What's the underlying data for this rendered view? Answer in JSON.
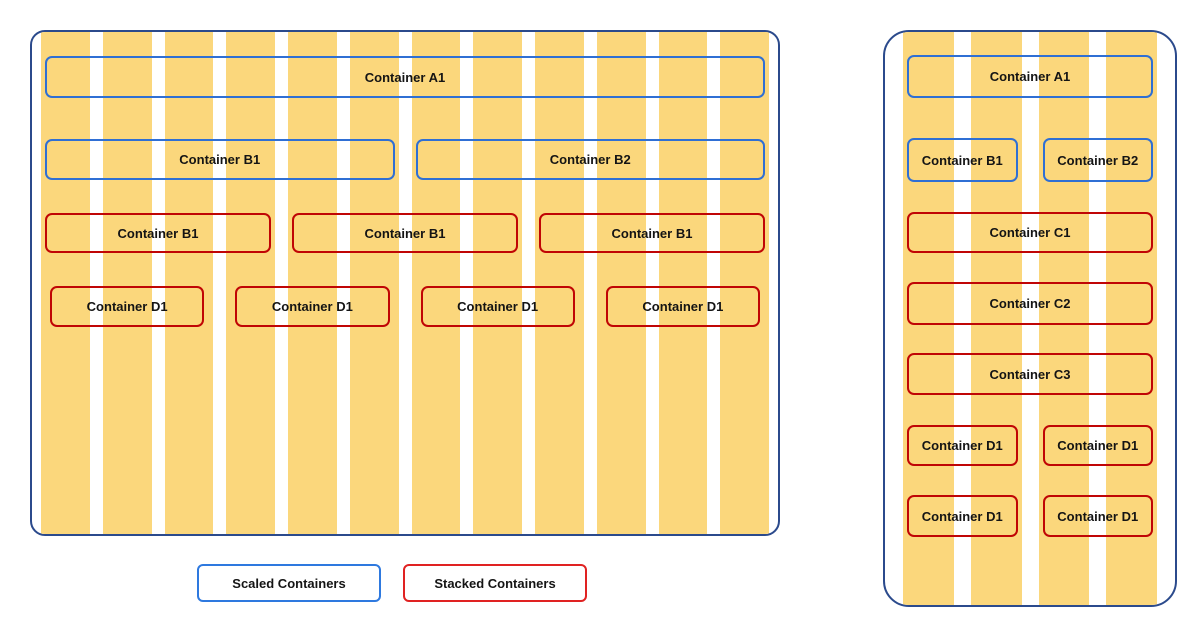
{
  "palette": {
    "stripe-yellow": "#FBD77C",
    "panel-border": "#2B4A8C",
    "scaled-blue": "#2F6FD4",
    "stacked-red": "#C00505",
    "legend-blue": "#2E79DF",
    "legend-red": "#E02222",
    "text": "#141414"
  },
  "left_panel": {
    "columns": 12,
    "rows": [
      {
        "boxes": [
          {
            "label": "Container A1",
            "type": "scaled",
            "start": 1,
            "span": 12
          }
        ]
      },
      {
        "boxes": [
          {
            "label": "Container B1",
            "type": "scaled",
            "start": 1,
            "span": 6
          },
          {
            "label": "Container B2",
            "type": "scaled",
            "start": 7,
            "span": 6
          }
        ]
      },
      {
        "boxes": [
          {
            "label": "Container B1",
            "type": "stacked",
            "start": 1,
            "span": 4
          },
          {
            "label": "Container B1",
            "type": "stacked",
            "start": 5,
            "span": 4
          },
          {
            "label": "Container B1",
            "type": "stacked",
            "start": 9,
            "span": 4
          }
        ]
      },
      {
        "boxes": [
          {
            "label": "Container D1",
            "type": "stacked",
            "start": 1,
            "span": 3
          },
          {
            "label": "Container D1",
            "type": "stacked",
            "start": 4,
            "span": 3
          },
          {
            "label": "Container D1",
            "type": "stacked",
            "start": 7,
            "span": 3
          },
          {
            "label": "Container D1",
            "type": "stacked",
            "start": 10,
            "span": 3
          }
        ]
      }
    ]
  },
  "right_panel": {
    "columns": 4,
    "rows": [
      {
        "boxes": [
          {
            "label": "Container A1",
            "type": "scaled",
            "start": 1,
            "span": 4
          }
        ]
      },
      {
        "boxes": [
          {
            "label": "Container B1",
            "type": "scaled",
            "start": 1,
            "span": 2
          },
          {
            "label": "Container B2",
            "type": "scaled",
            "start": 3,
            "span": 2
          }
        ]
      },
      {
        "boxes": [
          {
            "label": "Container C1",
            "type": "stacked",
            "start": 1,
            "span": 4
          }
        ]
      },
      {
        "boxes": [
          {
            "label": "Container C2",
            "type": "stacked",
            "start": 1,
            "span": 4
          }
        ]
      },
      {
        "boxes": [
          {
            "label": "Container C3",
            "type": "stacked",
            "start": 1,
            "span": 4
          }
        ]
      },
      {
        "boxes": [
          {
            "label": "Container D1",
            "type": "stacked",
            "start": 1,
            "span": 2
          },
          {
            "label": "Container D1",
            "type": "stacked",
            "start": 3,
            "span": 2
          }
        ]
      },
      {
        "boxes": [
          {
            "label": "Container D1",
            "type": "stacked",
            "start": 1,
            "span": 2
          },
          {
            "label": "Container D1",
            "type": "stacked",
            "start": 3,
            "span": 2
          }
        ]
      }
    ]
  },
  "legend": {
    "items": [
      {
        "label": "Scaled Containers",
        "type": "scaled"
      },
      {
        "label": "Stacked Containers",
        "type": "stacked"
      }
    ]
  }
}
